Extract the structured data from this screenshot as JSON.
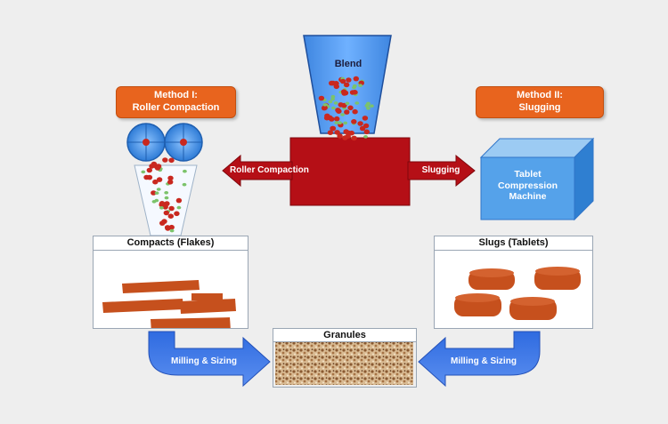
{
  "hopper": {
    "label": "Blend"
  },
  "method_1": {
    "line1": "Method I:",
    "line2": "Roller Compaction"
  },
  "method_2": {
    "line1": "Method II:",
    "line2": "Slugging"
  },
  "arrows": {
    "left": "Roller Compaction",
    "right": "Slugging",
    "milling_left": "Milling & Sizing",
    "milling_right": "Milling & Sizing"
  },
  "machine": {
    "line1": "Tablet",
    "line2": "Compression",
    "line3": "Machine"
  },
  "compacts": {
    "title": "Compacts (Flakes)"
  },
  "slugs": {
    "title": "Slugs (Tablets)"
  },
  "granules": {
    "title": "Granules"
  },
  "colors": {
    "accent_orange": "#e8641e",
    "press_red": "#b50f16",
    "flake_brown": "#c6501d",
    "roller_blue": "#3a8fdf",
    "arrow_blue": "#3b6fd8",
    "particle_red": "#c9281f",
    "particle_green": "#7cc36b"
  }
}
